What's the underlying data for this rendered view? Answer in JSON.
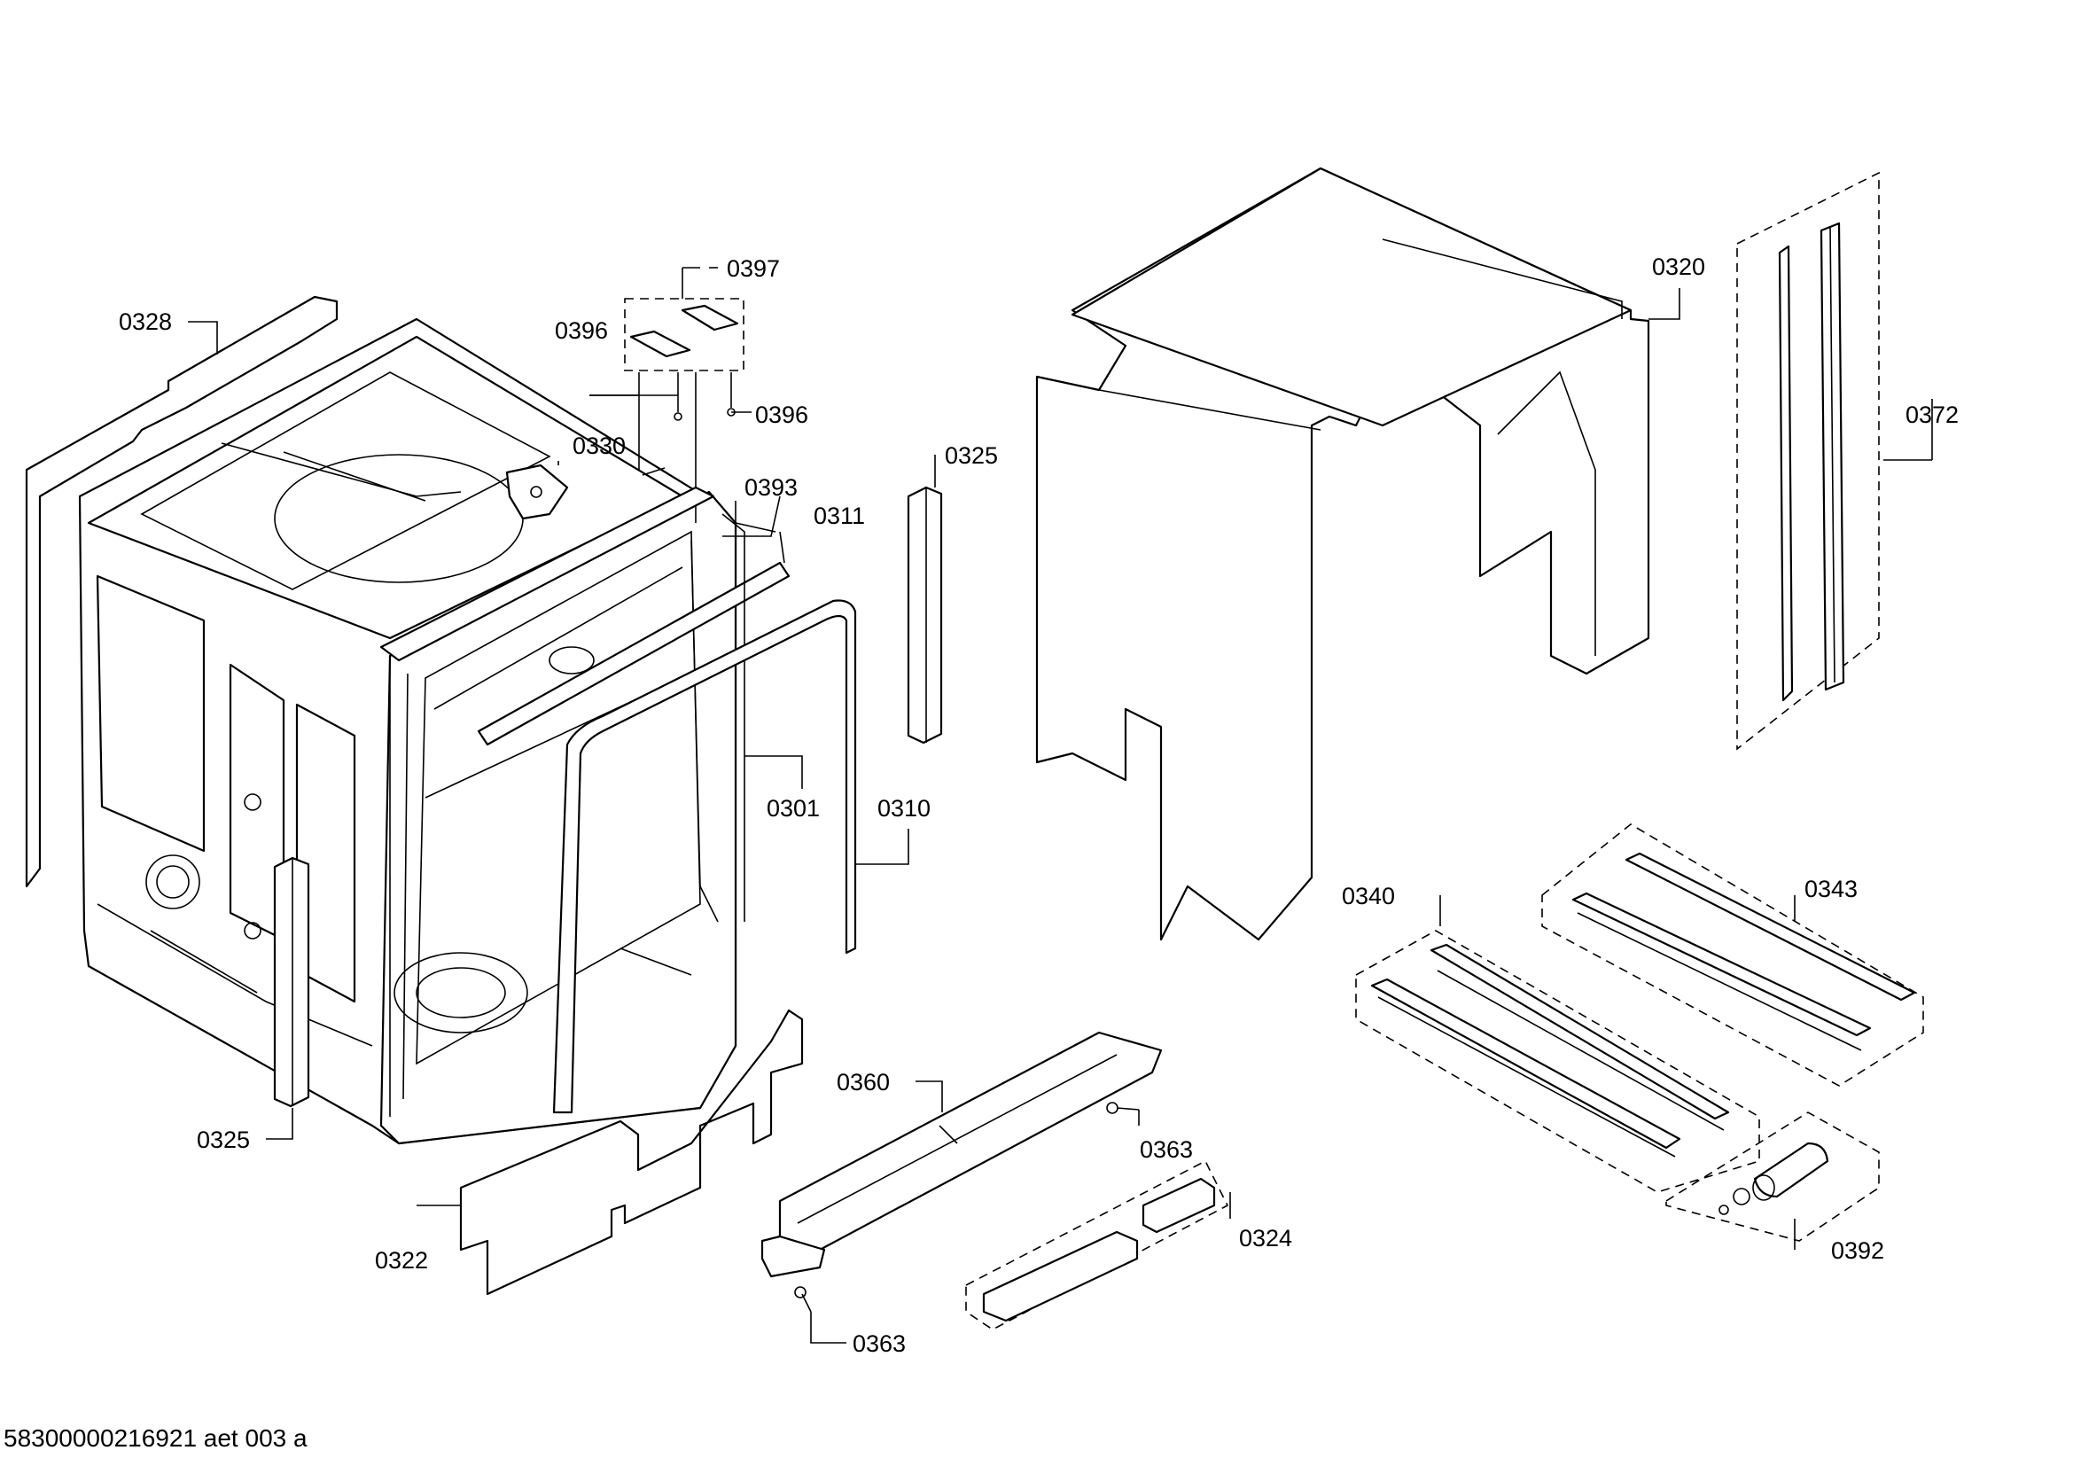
{
  "labels": {
    "p0328": "0328",
    "p0397": "0397",
    "p0396a": "0396",
    "p0396b": "0396",
    "p0330": "0330",
    "p0393": "0393",
    "p0311": "0311",
    "p0325a": "0325",
    "p0325b": "0325",
    "p0301": "0301",
    "p0310": "0310",
    "p0322": "0322",
    "p0360": "0360",
    "p0363a": "0363",
    "p0363b": "0363",
    "p0324": "0324",
    "p0320": "0320",
    "p0372": "0372",
    "p0340": "0340",
    "p0343": "0343",
    "p0392": "0392"
  },
  "footer": "58300000216921 aet 003 a"
}
